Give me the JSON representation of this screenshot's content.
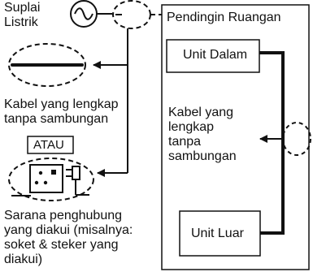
{
  "power_supply_label": "Suplai\nListrik",
  "room_box_title": "Pendingin Ruangan",
  "indoor_unit_label": "Unit Dalam",
  "outdoor_unit_label": "Unit Luar",
  "room_cable_label": "Kabel yang\nlengkap\ntanpa\nsambungan",
  "left_cable_label": "Kabel yang lengkap\ntanpa sambungan",
  "or_label": "ATAU",
  "connector_label": "Sarana penghubung\nyang diakui (misalnya:\nsoket & steker yang\ndiakui)",
  "icons": {
    "power_supply": "ac-source-icon",
    "socket": "wall-socket-icon",
    "plug": "plug-icon"
  }
}
